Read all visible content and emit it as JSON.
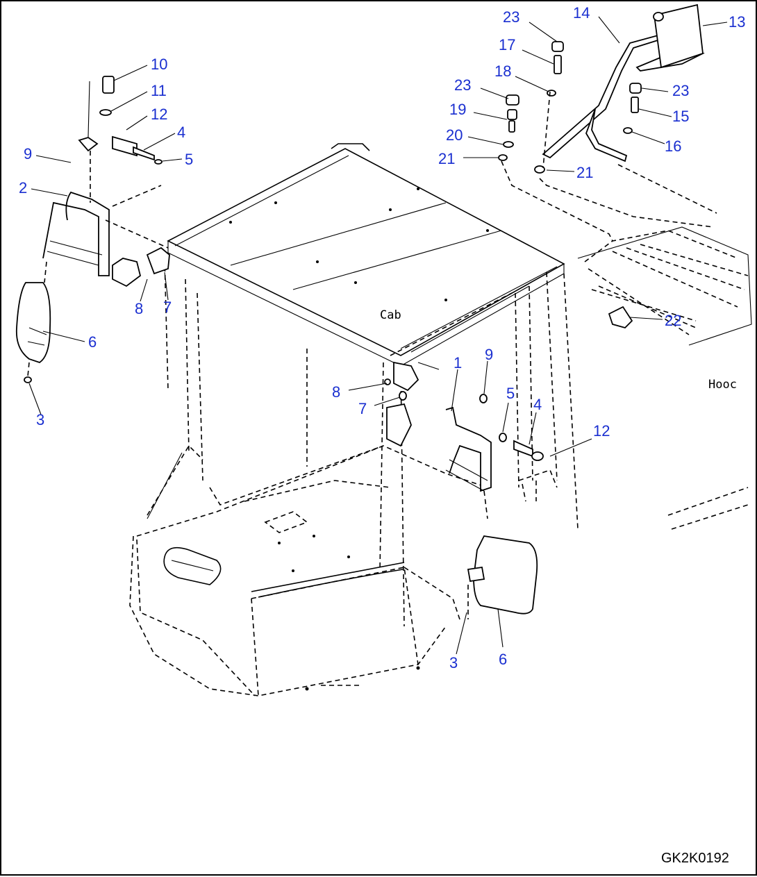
{
  "drawing": {
    "id": "GK2K0192",
    "labels": {
      "cab": "Cab",
      "hood": "Hooc"
    },
    "callouts": [
      {
        "key": "c10",
        "text": "10"
      },
      {
        "key": "c11",
        "text": "11"
      },
      {
        "key": "c12a",
        "text": "12"
      },
      {
        "key": "c4a",
        "text": "4"
      },
      {
        "key": "c5a",
        "text": "5"
      },
      {
        "key": "c9a",
        "text": "9"
      },
      {
        "key": "c2",
        "text": "2"
      },
      {
        "key": "c6a",
        "text": "6"
      },
      {
        "key": "c3a",
        "text": "3"
      },
      {
        "key": "c8a",
        "text": "8"
      },
      {
        "key": "c7a",
        "text": "7"
      },
      {
        "key": "c23a",
        "text": "23"
      },
      {
        "key": "c14",
        "text": "14"
      },
      {
        "key": "c13",
        "text": "13"
      },
      {
        "key": "c17",
        "text": "17"
      },
      {
        "key": "c18",
        "text": "18"
      },
      {
        "key": "c23b",
        "text": "23"
      },
      {
        "key": "c19",
        "text": "19"
      },
      {
        "key": "c20",
        "text": "20"
      },
      {
        "key": "c21a",
        "text": "21"
      },
      {
        "key": "c23c",
        "text": "23"
      },
      {
        "key": "c15",
        "text": "15"
      },
      {
        "key": "c16",
        "text": "16"
      },
      {
        "key": "c21b",
        "text": "21"
      },
      {
        "key": "c22",
        "text": "22"
      },
      {
        "key": "c1",
        "text": "1"
      },
      {
        "key": "c9b",
        "text": "9"
      },
      {
        "key": "c8b",
        "text": "8"
      },
      {
        "key": "c7b",
        "text": "7"
      },
      {
        "key": "c5b",
        "text": "5"
      },
      {
        "key": "c4b",
        "text": "4"
      },
      {
        "key": "c12b",
        "text": "12"
      },
      {
        "key": "c3b",
        "text": "3"
      },
      {
        "key": "c6b",
        "text": "6"
      }
    ]
  }
}
